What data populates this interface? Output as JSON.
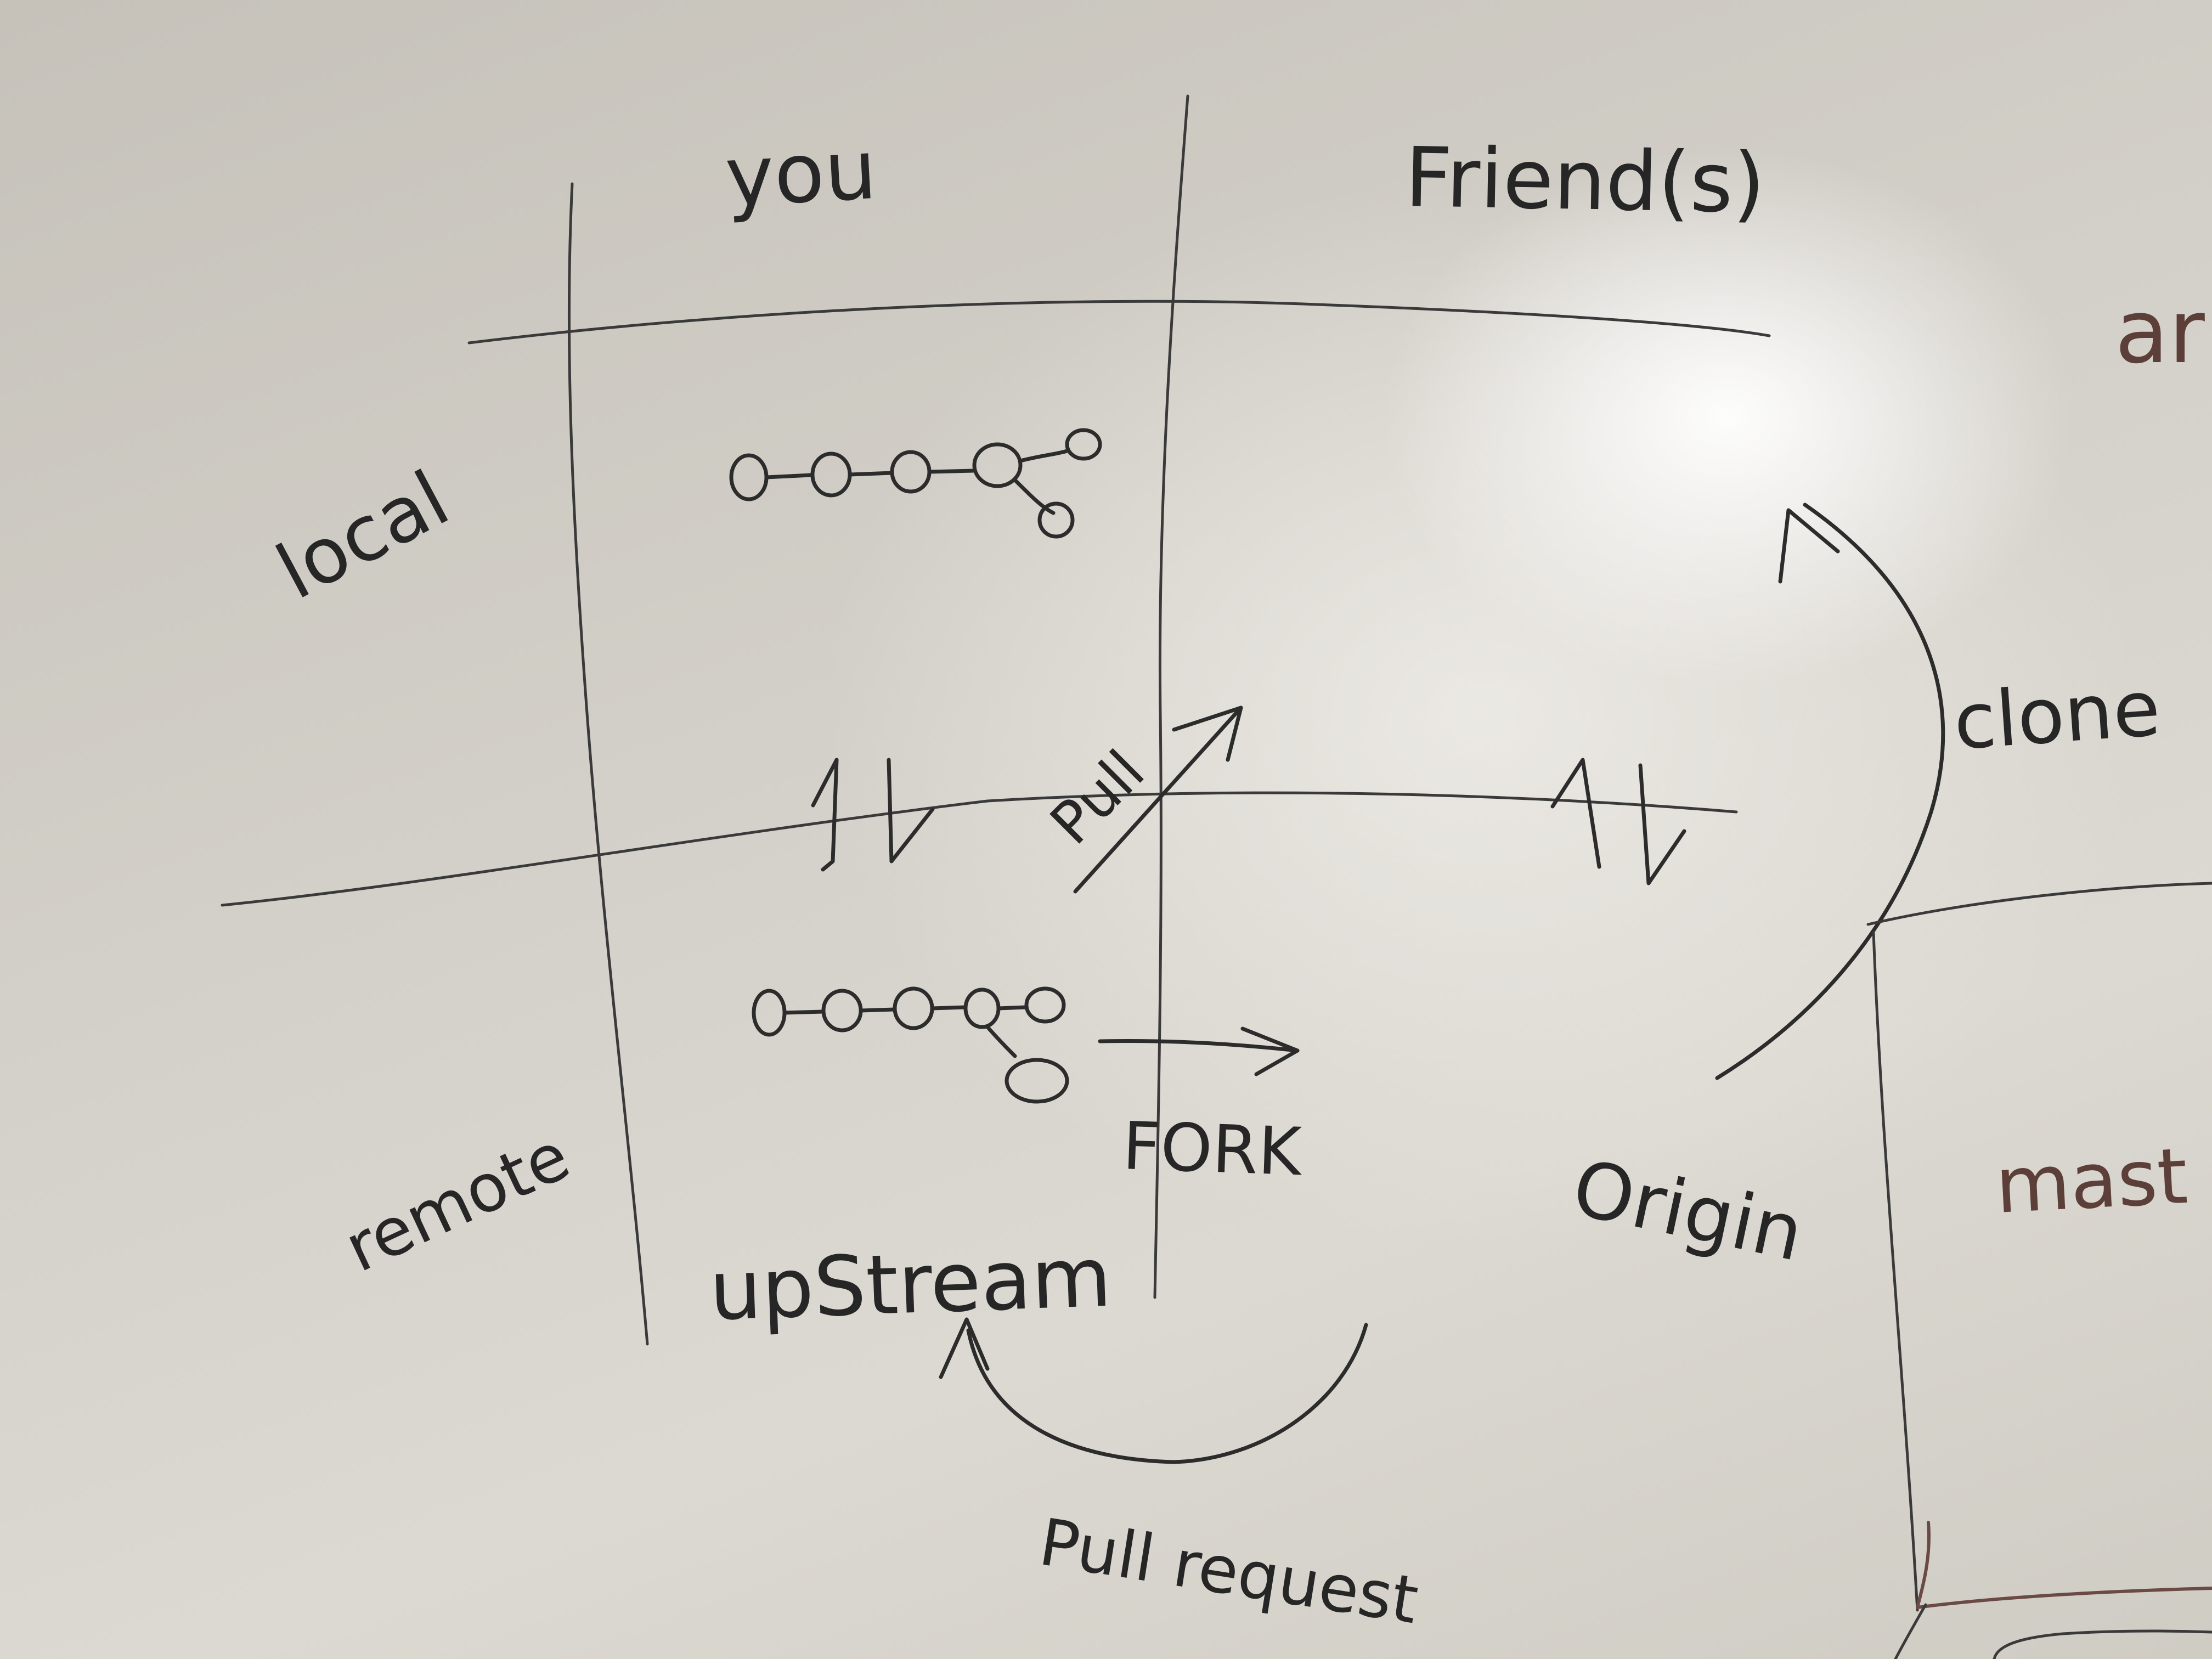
{
  "labels": {
    "you": "you",
    "friends": "Friend(s)",
    "local": "local",
    "remote": "remote",
    "pull": "Pull",
    "fork": "FORK",
    "upstream": "upStream",
    "origin": "Origin",
    "clone": "clone",
    "pull_request": "Pull request",
    "edge_ar": "ar",
    "edge_mast": "mast"
  },
  "colors": {
    "board": "#d4d1ca",
    "ink": "#2c2c2c",
    "brown_ink": "#6b4a45"
  }
}
